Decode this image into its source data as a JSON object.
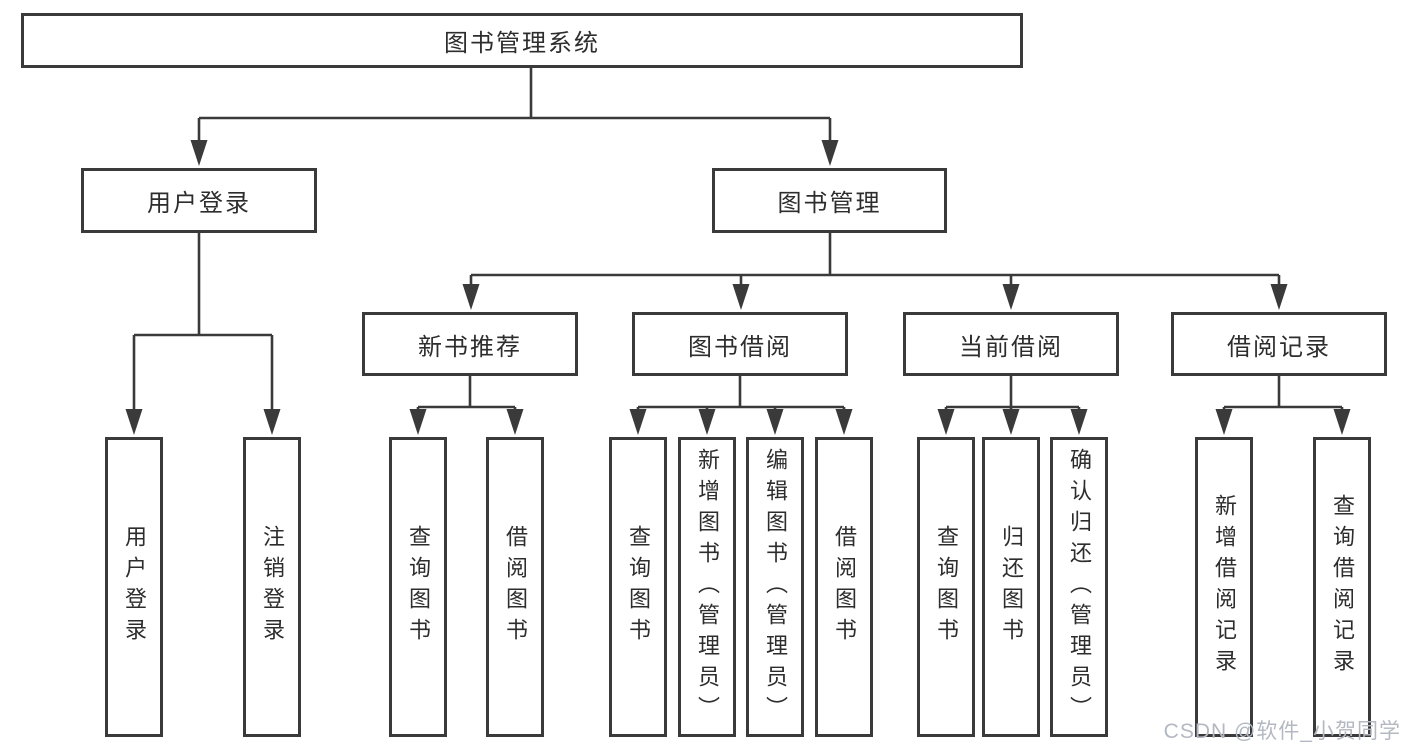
{
  "diagram_type": "hierarchy-tree",
  "title": "图书管理系统",
  "tree": {
    "label": "图书管理系统",
    "children": [
      {
        "label": "用户登录",
        "children": [
          {
            "label": "用户登录"
          },
          {
            "label": "注销登录"
          }
        ]
      },
      {
        "label": "图书管理",
        "children": [
          {
            "label": "新书推荐",
            "children": [
              {
                "label": "查询图书"
              },
              {
                "label": "借阅图书"
              }
            ]
          },
          {
            "label": "图书借阅",
            "children": [
              {
                "label": "查询图书"
              },
              {
                "label": "新增图书（管理员）"
              },
              {
                "label": "编辑图书（管理员）"
              },
              {
                "label": "借阅图书"
              }
            ]
          },
          {
            "label": "当前借阅",
            "children": [
              {
                "label": "查询图书"
              },
              {
                "label": "归还图书"
              },
              {
                "label": "确认归还（管理员）"
              }
            ]
          },
          {
            "label": "借阅记录",
            "children": [
              {
                "label": "新增借阅记录"
              },
              {
                "label": "查询借阅记录"
              }
            ]
          }
        ]
      }
    ]
  },
  "watermark": {
    "text": "CSDN @软件_小贺同学"
  },
  "colors": {
    "line": "#3a3a3a",
    "box_border": "#3a3a3a",
    "text": "#2d2d2d",
    "watermark": "#b3b8c2",
    "background": "#ffffff"
  }
}
